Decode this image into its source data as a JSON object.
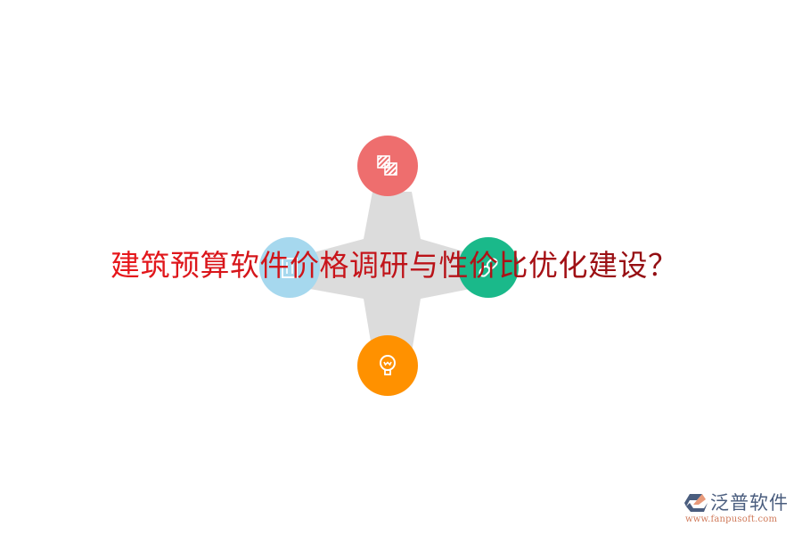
{
  "title": "建筑预算软件价格调研与性价比优化建设？",
  "diagram": {
    "center_shape": "four-point-star",
    "center_color": "#dcdcdc",
    "nodes": [
      {
        "position": "top",
        "icon": "overlapping-squares-icon",
        "color": "#ee6e6e"
      },
      {
        "position": "left",
        "icon": "building-icon",
        "color": "#a6d8ee"
      },
      {
        "position": "right",
        "icon": "link-icon",
        "color": "#1ab98a"
      },
      {
        "position": "bottom",
        "icon": "lightbulb-icon",
        "color": "#ff9100"
      }
    ]
  },
  "logo": {
    "name": "泛普软件",
    "url": "www.fanpusoft.com"
  }
}
